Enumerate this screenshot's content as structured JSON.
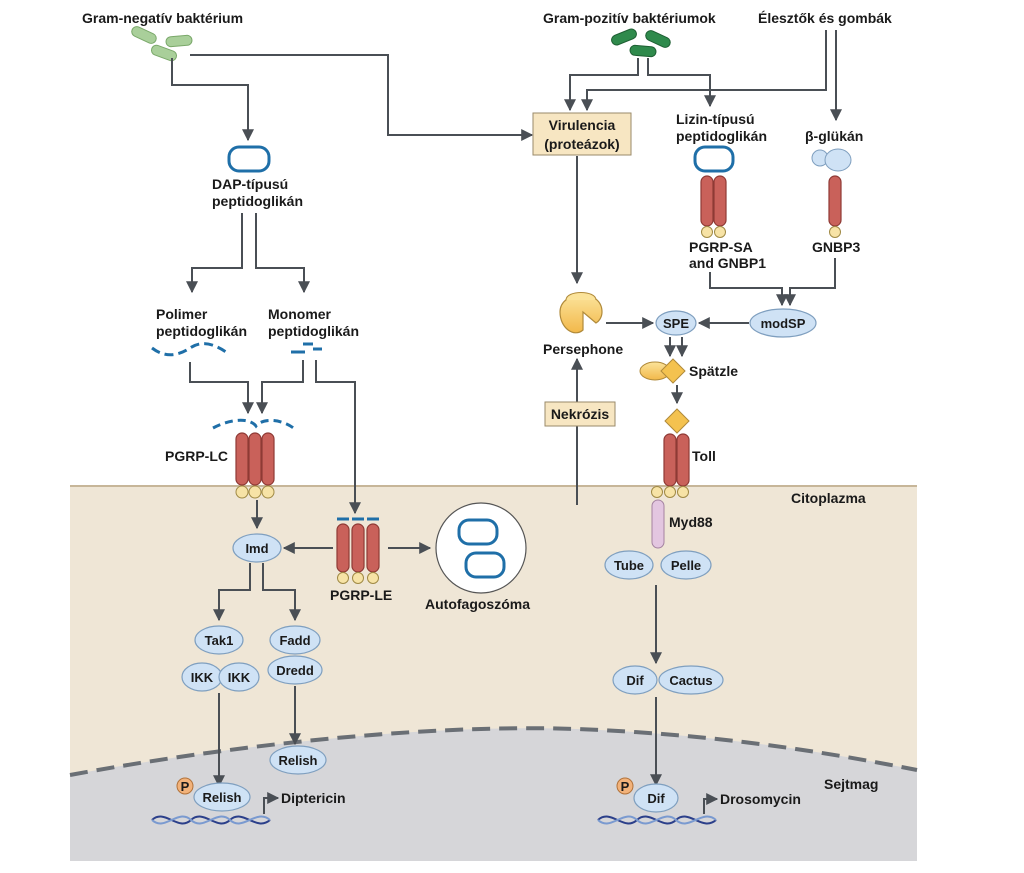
{
  "labels": {
    "gram_negative": "Gram-negatív baktérium",
    "gram_positive": "Gram-pozitív baktériumok",
    "yeast_fungi": "Élesztők és gombák",
    "virulence_line1": "Virulencia",
    "virulence_line2": "(proteázok)",
    "lys_pg_line1": "Lizin-típusú",
    "lys_pg_line2": "peptidoglikán",
    "beta_glucan": "β-glükán",
    "dap_pg_line1": "DAP-típusú",
    "dap_pg_line2": "peptidoglikán",
    "pgrp_sa_line1": "PGRP-SA",
    "pgrp_sa_line2": "and GNBP1",
    "gnbp3": "GNBP3",
    "polymer_line1": "Polimer",
    "polymer_line2": "peptidoglikán",
    "monomer_line1": "Monomer",
    "monomer_line2": "peptidoglikán",
    "persephone": "Persephone",
    "spe": "SPE",
    "modsp": "modSP",
    "spatzle": "Spätzle",
    "necrosis": "Nekrózis",
    "pgrp_lc": "PGRP-LC",
    "toll": "Toll",
    "cytoplasm": "Citoplazma",
    "myd88": "Myd88",
    "imd": "Imd",
    "pgrp_le": "PGRP-LE",
    "autophagosome": "Autofagoszóma",
    "tube": "Tube",
    "pelle": "Pelle",
    "tak1": "Tak1",
    "fadd": "Fadd",
    "ikk_a": "IKK",
    "ikk_b": "IKK",
    "dredd": "Dredd",
    "dif": "Dif",
    "cactus": "Cactus",
    "relish_cyto": "Relish",
    "nucleus": "Sejtmag",
    "phospho_a": "P",
    "relish_nuc": "Relish",
    "diptericin": "Diptericin",
    "phospho_b": "P",
    "dif_nuc": "Dif",
    "drosomycin": "Drosomycin"
  },
  "colors": {
    "cytoplasm": "#efe6d6",
    "nucleus": "#d6d6d9",
    "protein_node": "#cfe2f5",
    "receptor": "#c9615a",
    "label_box": "#f7e6c2",
    "peptidoglycan": "#1f6fa8",
    "gram_negative_bacteria": "#a9cf9a",
    "gram_positive_bacteria": "#2f8a4c",
    "myd88": "#e3c6e0"
  }
}
